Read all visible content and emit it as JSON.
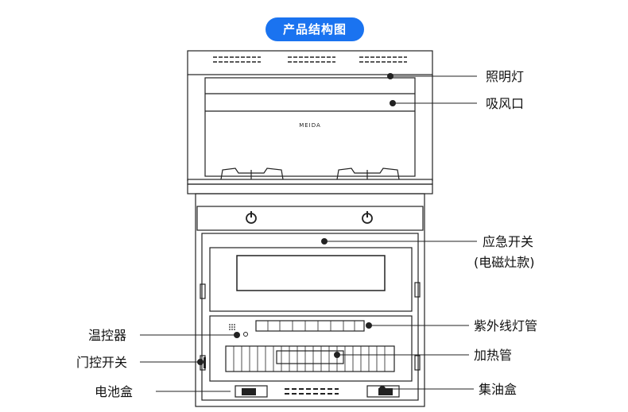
{
  "title": "产品结构图",
  "brand_text": "MEIDA",
  "callouts": {
    "zhaomingdeng": "照明灯",
    "xifengkou": "吸风口",
    "yingji_kaiguan": "应急开关",
    "dianci_zaokuan": "(电磁灶款)",
    "ziwaixian": "紫外线灯管",
    "jiareguan": "加热管",
    "jiyouhe": "集油盒",
    "wenkongqi": "温控器",
    "menkong_kaiguan": "门控开关",
    "dianchihe": "电池盒"
  },
  "colors": {
    "accent": "#1a73f0",
    "line": "#222222"
  }
}
